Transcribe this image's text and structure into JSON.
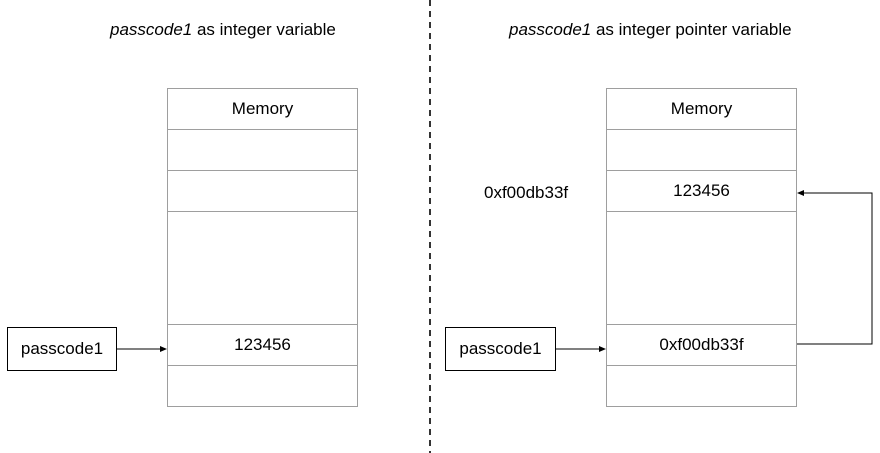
{
  "left_panel": {
    "title_var": "passcode1",
    "title_rest": " as integer variable",
    "memory_header": "Memory",
    "variable_label": "passcode1",
    "cells": [
      "",
      "",
      "",
      "123456",
      ""
    ]
  },
  "right_panel": {
    "title_var": "passcode1",
    "title_rest": " as integer pointer variable",
    "memory_header": "Memory",
    "variable_label": "passcode1",
    "address_label": "0xf00db33f",
    "cells": [
      "",
      "123456",
      "",
      "0xf00db33f",
      ""
    ]
  },
  "colors": {
    "grid_line": "#9e9e9e",
    "arrow": "#000000",
    "divider": "#333333"
  }
}
